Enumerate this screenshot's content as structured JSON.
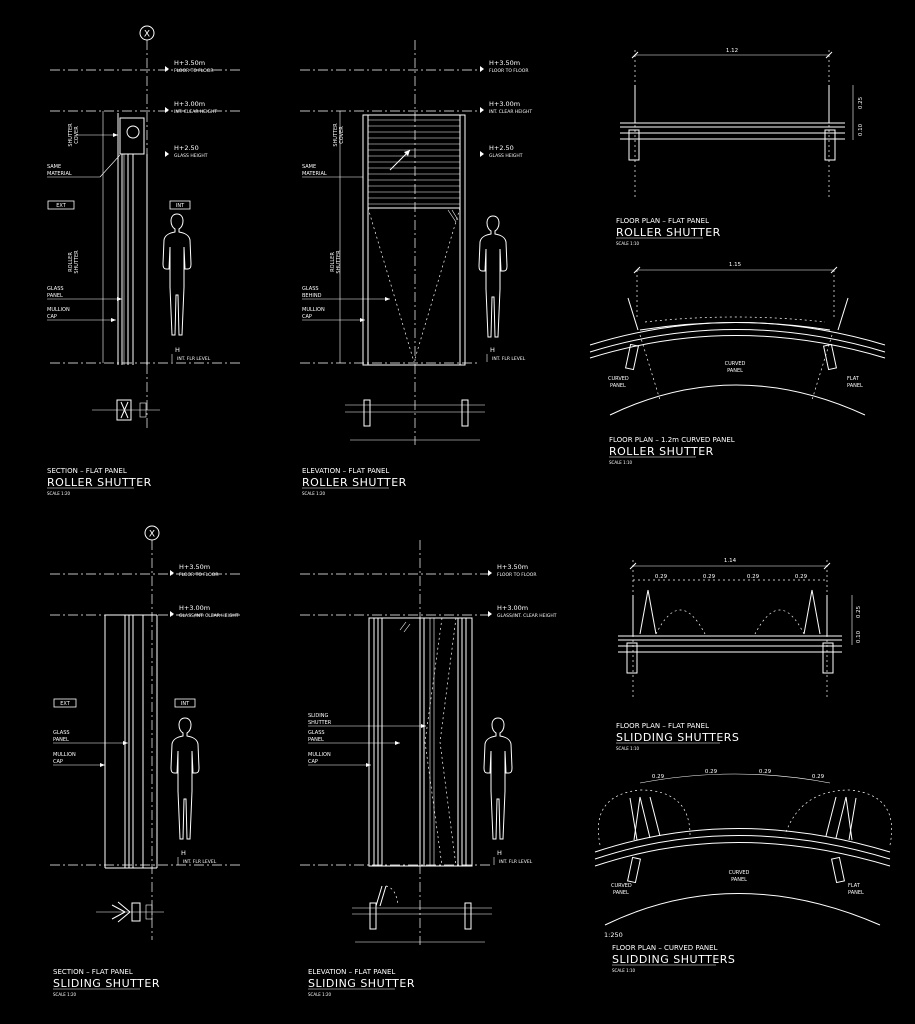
{
  "grid_marker": "X",
  "levels": {
    "h350": "H+3.50m",
    "h350_sub": "FLOOR TO FLOOR",
    "h300": "H+3.00m",
    "h300_sub_a": "INT. CLEAR HEIGHT",
    "h300_sub_b": "GLASS/INT. CLEAR HEIGHT",
    "h250": "H+2.50",
    "h250_sub": "GLASS HEIGHT",
    "h0": "H",
    "h0_sub": "INT. FLR LEVEL"
  },
  "labels": {
    "ext": "EXT",
    "int": "INT",
    "shutter_cover_a": "SHUTTER",
    "shutter_cover_b": "COVER",
    "same_material_a": "SAME",
    "same_material_b": "MATERIAL",
    "roller_shutter_a": "ROLLER",
    "roller_shutter_b": "SHUTTER",
    "glass_panel_a": "GLASS",
    "glass_panel_b": "PANEL",
    "glass_behind_a": "GLASS",
    "glass_behind_b": "BEHIND",
    "mullion_cap_a": "MULLION",
    "mullion_cap_b": "CAP",
    "sliding_shutter_a": "SLIDING",
    "sliding_shutter_b": "SHUTTER",
    "curved_panel_a": "CURVED",
    "curved_panel_b": "PANEL",
    "flat_panel_a": "FLAT",
    "flat_panel_b": "PANEL"
  },
  "dimensions": {
    "d112": "1.12",
    "d115": "1.15",
    "d114": "1.14",
    "d029": "0.29",
    "d025": "0.25",
    "d010": "0.10"
  },
  "scale_note": "1:250",
  "captions": [
    {
      "line1": "SECTION – FLAT PANEL",
      "line2": "ROLLER SHUTTER",
      "scale": "SCALE 1:20"
    },
    {
      "line1": "ELEVATION – FLAT PANEL",
      "line2": "ROLLER SHUTTER",
      "scale": "SCALE 1:20"
    },
    {
      "line1": "FLOOR PLAN – FLAT PANEL",
      "line2": "ROLLER SHUTTER",
      "scale": "SCALE 1:10"
    },
    {
      "line1": "FLOOR PLAN – 1.2m CURVED PANEL",
      "line2": "ROLLER SHUTTER",
      "scale": "SCALE 1:10"
    },
    {
      "line1": "SECTION – FLAT PANEL",
      "line2": "SLIDING SHUTTER",
      "scale": "SCALE 1:20"
    },
    {
      "line1": "ELEVATION – FLAT PANEL",
      "line2": "SLIDING SHUTTER",
      "scale": "SCALE 1:20"
    },
    {
      "line1": "FLOOR PLAN – FLAT PANEL",
      "line2": "SLIDDING SHUTTERS",
      "scale": "SCALE 1:10"
    },
    {
      "line1": "FLOOR PLAN – CURVED PANEL",
      "line2": "SLIDDING SHUTTERS",
      "scale": "SCALE 1:10"
    }
  ]
}
